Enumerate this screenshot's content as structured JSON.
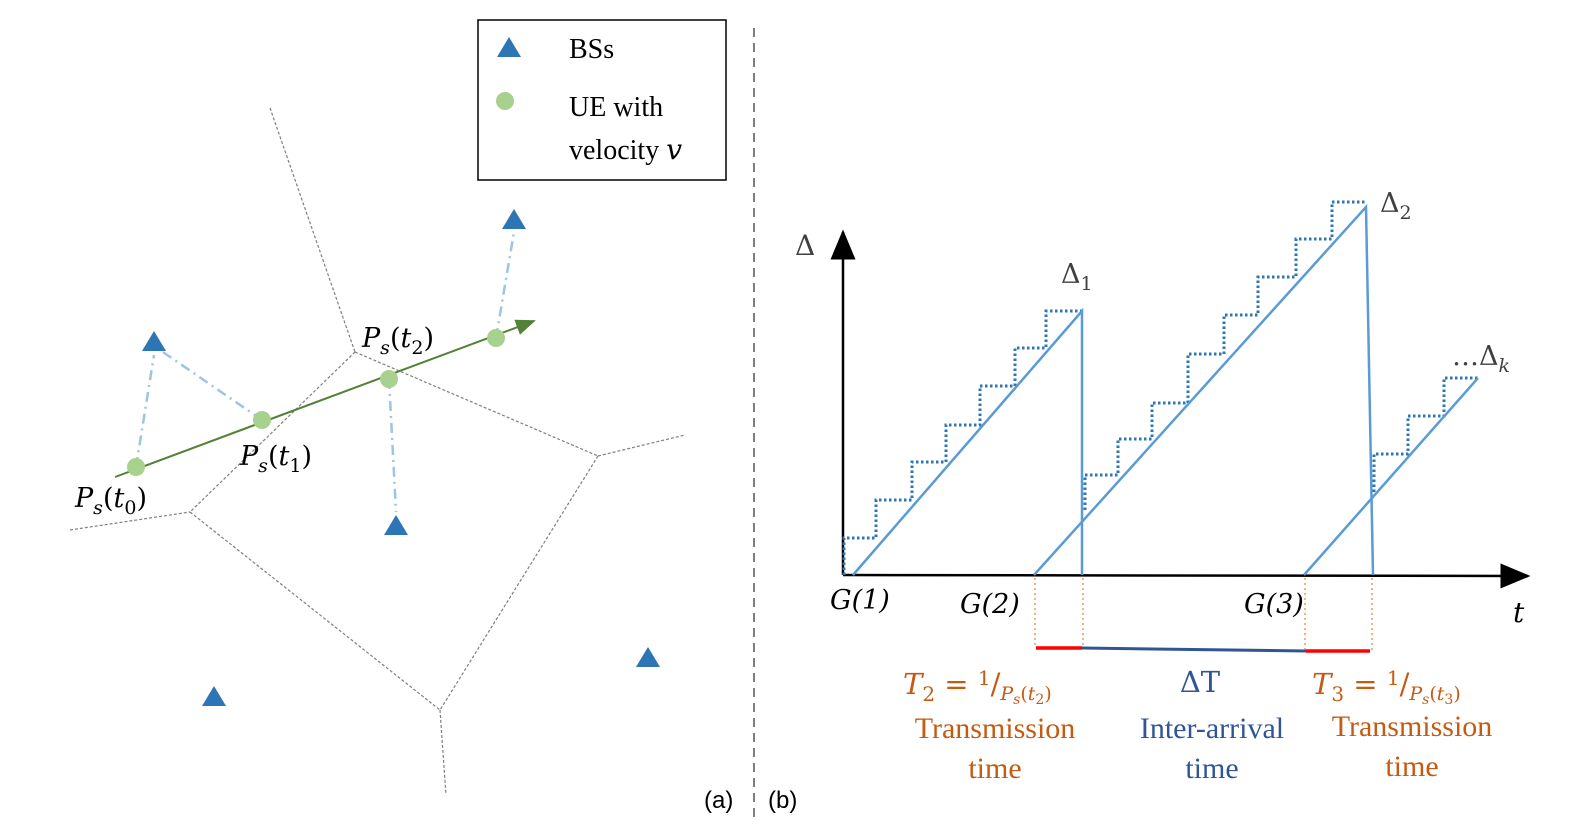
{
  "colors": {
    "bs": "#2e75b6",
    "ue": "#a9d18e",
    "trajectory": "#538135",
    "sawtooth": "#5b9bd5",
    "voronoi": "#7f7f7f",
    "axis": "#000000",
    "orange_text": "#c55a11",
    "blue_text": "#2f5597",
    "red_segment": "#ff0000",
    "dashed_orange": "#f4b183"
  },
  "legend": {
    "bs_label": "BSs",
    "ue_label_line1": "UE with",
    "ue_label_line2": "velocity ",
    "ue_label_var": "v"
  },
  "panel_a": {
    "label": "(a)",
    "positions": [
      {
        "var": "P",
        "sub": "s",
        "arg": "t",
        "arg_sub": "0"
      },
      {
        "var": "P",
        "sub": "s",
        "arg": "t",
        "arg_sub": "1"
      },
      {
        "var": "P",
        "sub": "s",
        "arg": "t",
        "arg_sub": "2"
      }
    ]
  },
  "panel_b": {
    "label": "(b)",
    "y_axis_label": "Δ",
    "x_axis_label": "t",
    "peaks": [
      {
        "sym": "Δ",
        "sub": "1"
      },
      {
        "sym": "Δ",
        "sub": "2"
      },
      {
        "prefix": "…",
        "sym": "Δ",
        "sub": "k"
      }
    ],
    "gen_labels": [
      "G(1)",
      "G(2)",
      "G(3)"
    ],
    "t2": {
      "lhs": "T",
      "lhs_sub": "2",
      "eq": " = ",
      "num": "1",
      "den": "P",
      "den_sub": "s",
      "den_arg": "t",
      "den_arg_sub": "2",
      "line1": "Transmission",
      "line2": "time"
    },
    "dt": {
      "sym": "ΔT",
      "line1": "Inter-arrival",
      "line2": "time"
    },
    "t3": {
      "lhs": "T",
      "lhs_sub": "3",
      "eq": " = ",
      "num": "1",
      "den": "P",
      "den_sub": "s",
      "den_arg": "t",
      "den_arg_sub": "3",
      "line1": "Transmission",
      "line2": "time"
    }
  }
}
